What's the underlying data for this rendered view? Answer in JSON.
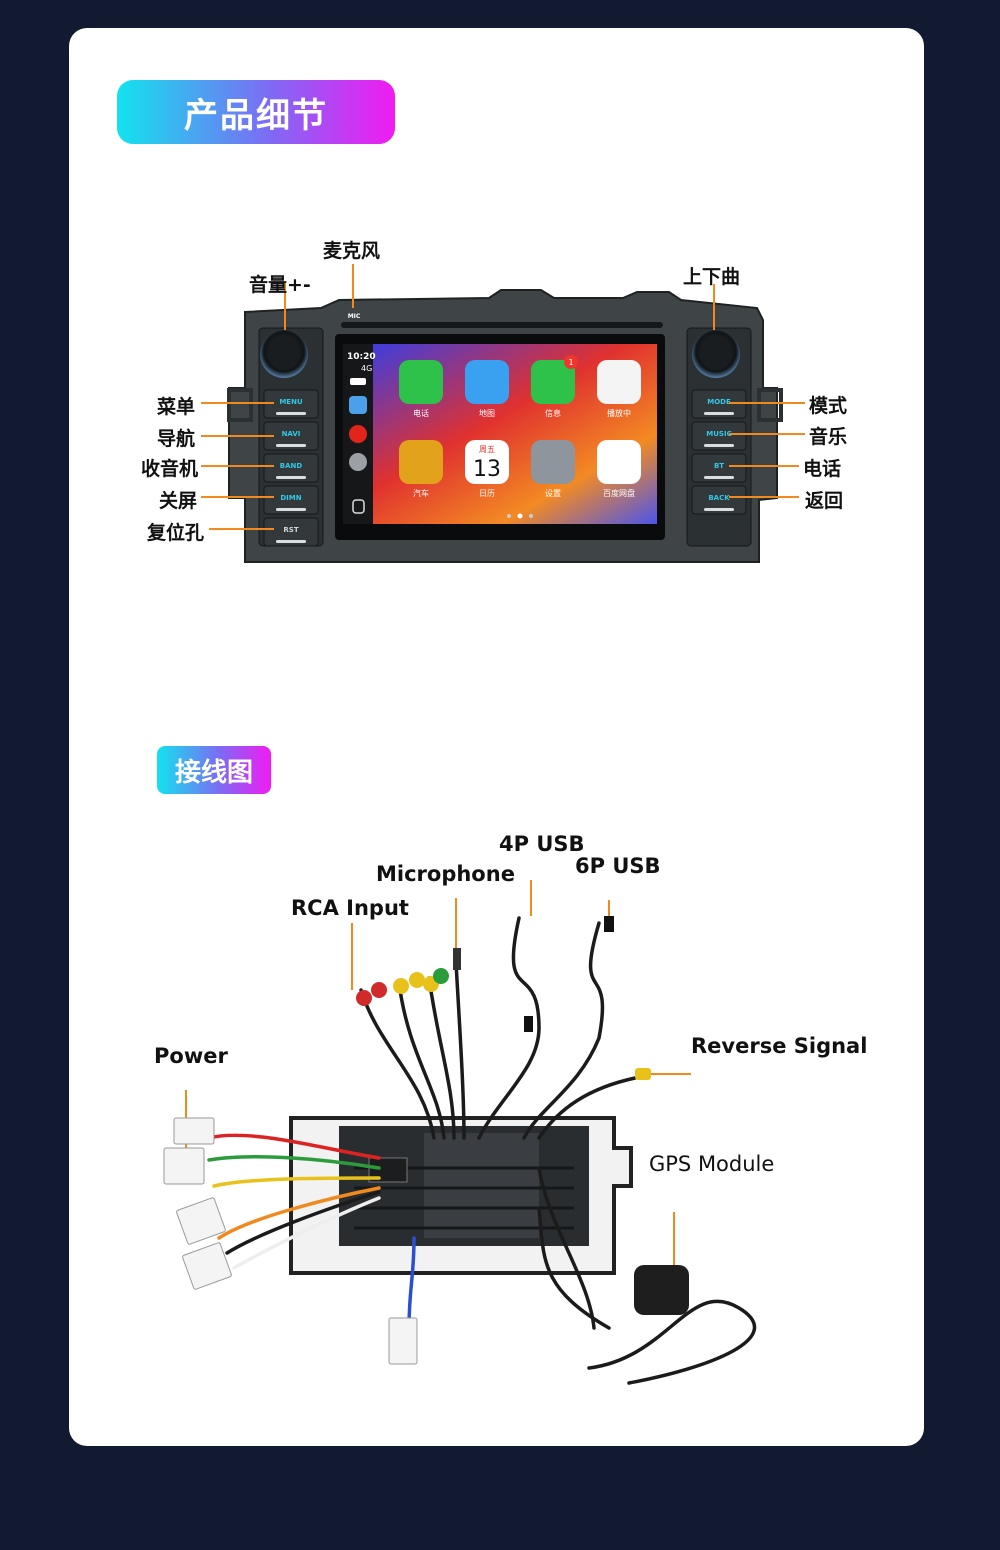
{
  "section1": {
    "title": "产品细节"
  },
  "section2": {
    "title": "接线图"
  },
  "callouts": {
    "mic": "麦克风",
    "volume": "音量+-",
    "tracks": "上下曲",
    "menu": "菜单",
    "navi": "导航",
    "radio": "收音机",
    "screen_off": "关屏",
    "reset": "复位孔",
    "mode": "模式",
    "music": "音乐",
    "phone": "电话",
    "back": "返回"
  },
  "buttons_left": [
    "MENU",
    "NAVI",
    "BAND",
    "DIMN",
    "RST"
  ],
  "buttons_right": [
    "MODE",
    "MUSIC",
    "BT",
    "BACK"
  ],
  "top_label": "MIC",
  "screen": {
    "time": "10:20",
    "network": "4G",
    "apps": [
      {
        "label": "电话",
        "icon": "phone-icon",
        "color": "#2fc24a"
      },
      {
        "label": "地图",
        "icon": "maps-icon",
        "color": "#3aa0f0"
      },
      {
        "label": "信息",
        "icon": "messages-icon",
        "color": "#2fc24a",
        "badge": "1"
      },
      {
        "label": "播放中",
        "icon": "now-playing-icon",
        "color": "#f4f4f4"
      },
      {
        "label": "汽车",
        "icon": "car-exit-icon",
        "color": "#e2a21b"
      },
      {
        "label": "日历",
        "icon": "calendar-icon",
        "color": "#ffffff",
        "day_name": "周五",
        "day_num": "13"
      },
      {
        "label": "设置",
        "icon": "settings-gear-icon",
        "color": "#8f959c"
      },
      {
        "label": "百度网盘",
        "icon": "baidu-netdisk-icon",
        "color": "#ffffff"
      }
    ]
  },
  "wiring": {
    "rca_input": "RCA Input",
    "microphone": "Microphone",
    "usb4p": "4P USB",
    "usb6p": "6P USB",
    "reverse": "Reverse Signal",
    "power": "Power",
    "gps": "GPS Module"
  },
  "colors": {
    "accent_cyan": "#12e3ee",
    "accent_magenta": "#f21bf2",
    "callout_line": "#f08a1e",
    "button_text": "#33c7e8"
  }
}
